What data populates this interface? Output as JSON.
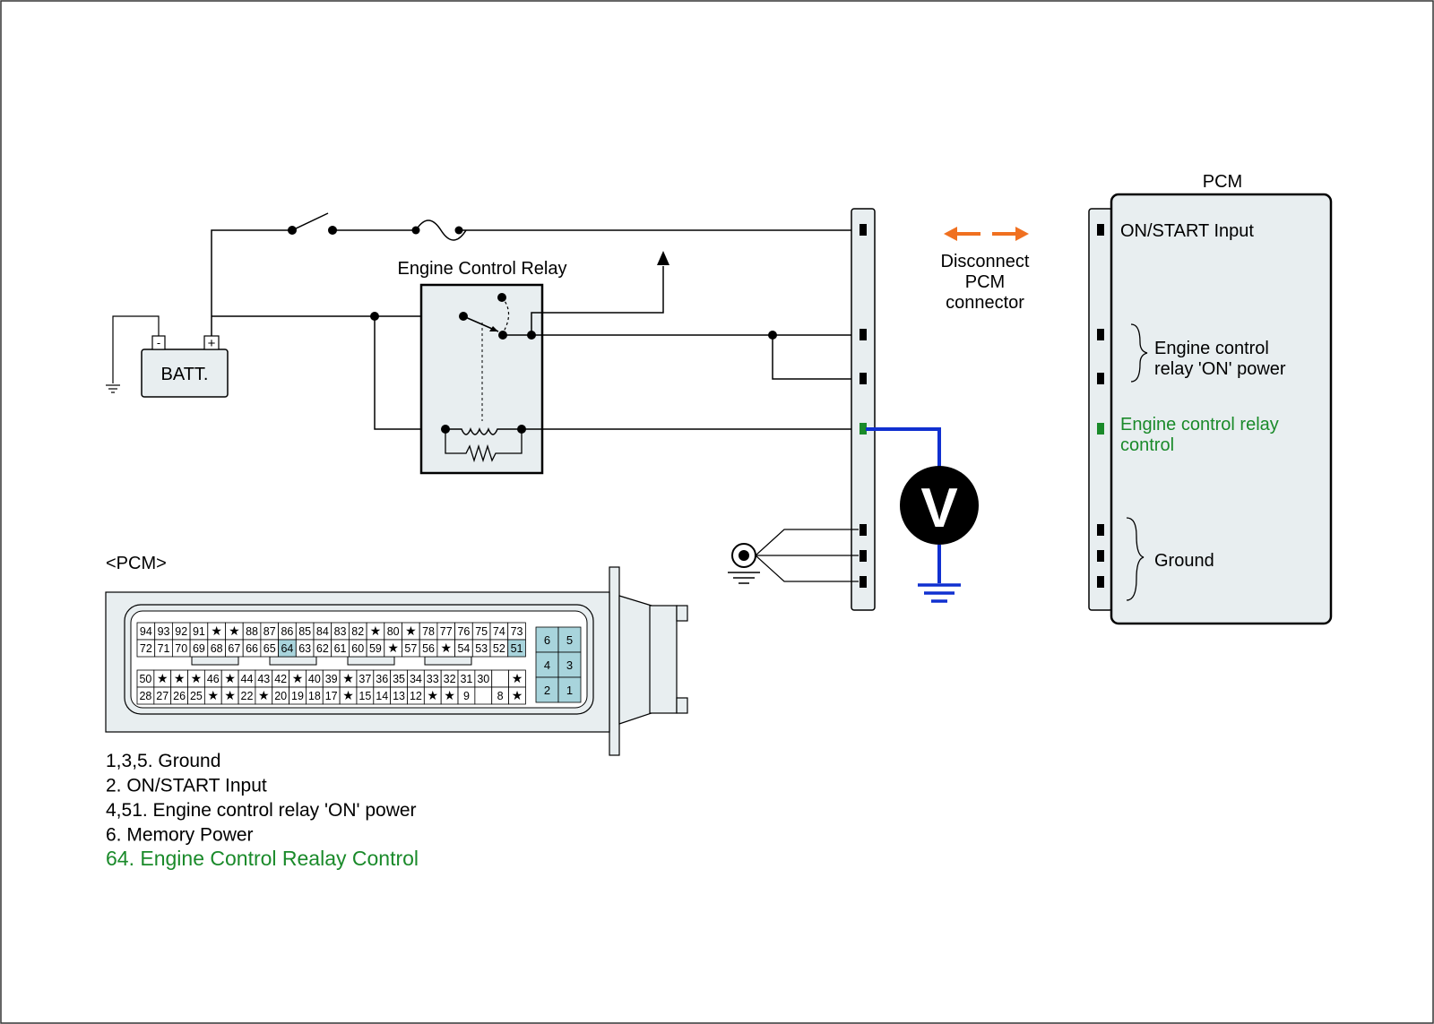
{
  "labels": {
    "relay_title": "Engine Control Relay",
    "battery": "BATT.",
    "battery_minus": "-",
    "battery_plus": "+",
    "disconnect_line1": "Disconnect",
    "disconnect_line2": "PCM",
    "disconnect_line3": "connector",
    "pcm_title": "PCM",
    "pcm_on_start": "ON/START Input",
    "pcm_relay_power_line1": "Engine control",
    "pcm_relay_power_line2": "relay 'ON' power",
    "pcm_relay_control_line1": "Engine control relay",
    "pcm_relay_control_line2": "control",
    "pcm_ground": "Ground",
    "voltmeter": "V",
    "connector_title": "<PCM>"
  },
  "connector": {
    "row1": [
      "94",
      "93",
      "92",
      "91",
      "★",
      "★",
      "88",
      "87",
      "86",
      "85",
      "84",
      "83",
      "82",
      "★",
      "80",
      "★",
      "78",
      "77",
      "76",
      "75",
      "74",
      "73"
    ],
    "row2": [
      "72",
      "71",
      "70",
      "69",
      "68",
      "67",
      "66",
      "65",
      "64",
      "63",
      "62",
      "61",
      "60",
      "59",
      "★",
      "57",
      "56",
      "★",
      "54",
      "53",
      "52",
      "51"
    ],
    "row3": [
      "50",
      "★",
      "★",
      "★",
      "46",
      "★",
      "44",
      "43",
      "42",
      "★",
      "40",
      "39",
      "★",
      "37",
      "36",
      "35",
      "34",
      "33",
      "32",
      "31",
      "30",
      "",
      "★"
    ],
    "row4": [
      "28",
      "27",
      "26",
      "25",
      "★",
      "★",
      "22",
      "★",
      "20",
      "19",
      "18",
      "17",
      "★",
      "15",
      "14",
      "13",
      "12",
      "★",
      "★",
      "9",
      "",
      "8",
      "★"
    ],
    "power_block": [
      [
        "6",
        "5"
      ],
      [
        "4",
        "3"
      ],
      [
        "2",
        "1"
      ]
    ],
    "highlighted": [
      "64",
      "51"
    ]
  },
  "legend": [
    {
      "text": "1,3,5. Ground",
      "highlight": false
    },
    {
      "text": "2. ON/START Input",
      "highlight": false
    },
    {
      "text": "4,51. Engine control relay 'ON' power",
      "highlight": false
    },
    {
      "text": "6. Memory Power",
      "highlight": false
    },
    {
      "text": "64. Engine Control Realay Control",
      "highlight": true
    }
  ],
  "colors": {
    "wire": "#000000",
    "panel_fill": "#e8eef0",
    "highlight_green": "#1a8a2a",
    "measure_blue": "#1030d0",
    "arrow_orange": "#f07020",
    "pin_highlight": "#a8d4dc"
  },
  "icons": {
    "switch": "switch-icon",
    "fuse": "fuse-icon",
    "ground": "ground-icon",
    "chassis_ground": "chassis-ground-icon",
    "voltmeter": "voltmeter-icon",
    "arrow": "arrow-up-icon"
  }
}
